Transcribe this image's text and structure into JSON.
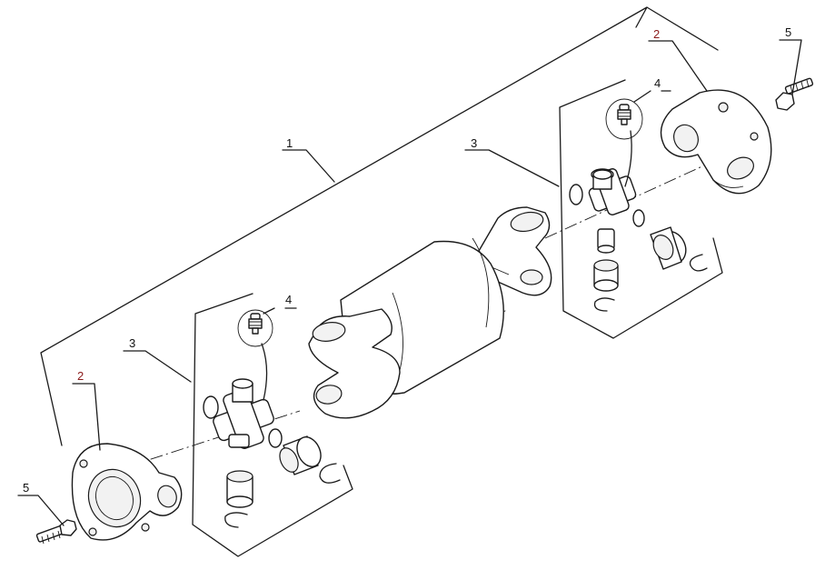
{
  "diagram": {
    "callouts": [
      {
        "label": "1"
      },
      {
        "label": "2",
        "highlight": true
      },
      {
        "label": "2",
        "highlight": true
      },
      {
        "label": "3"
      },
      {
        "label": "3"
      },
      {
        "label": "4"
      },
      {
        "label": "4"
      },
      {
        "label": "5"
      },
      {
        "label": "5"
      }
    ],
    "colors": {
      "line": "#1a1a1a",
      "highlight_label": "#8b1a1a",
      "background": "#ffffff"
    }
  }
}
